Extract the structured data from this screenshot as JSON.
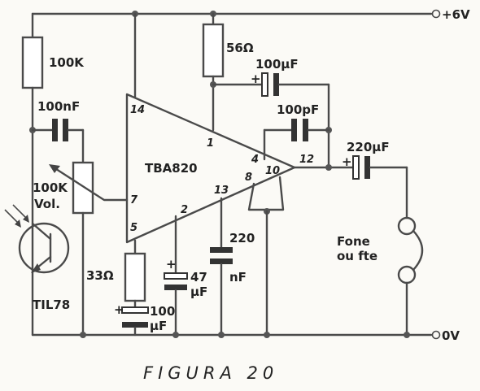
{
  "labels": {
    "supply": "+6V",
    "ground": "0V",
    "r_100k": "100K",
    "c_100nf": "100nF",
    "pot_value": "100K",
    "pot_name": "Vol.",
    "r_56": "56Ω",
    "c_100uf_top": "100µF",
    "c_100pf": "100pF",
    "ic_name": "TBA820",
    "c_220uf": "220µF",
    "speaker_line1": "Fone",
    "speaker_line2": "ou fte",
    "c_220nf_a": "220",
    "c_220nf_b": "nF",
    "c_47uf_a": "47",
    "c_47uf_b": "µF",
    "r_33": "33Ω",
    "c_100uf_bot_a": "100",
    "c_100uf_bot_b": "µF",
    "transistor": "TIL78",
    "figure_title": "FIGURA 20"
  },
  "pins": {
    "p14": "14",
    "p1": "1",
    "p4": "4",
    "p12": "12",
    "p8": "8",
    "p10": "10",
    "p13": "13",
    "p7": "7",
    "p2": "2",
    "p5": "5"
  },
  "polarity": {
    "plus": "+"
  }
}
